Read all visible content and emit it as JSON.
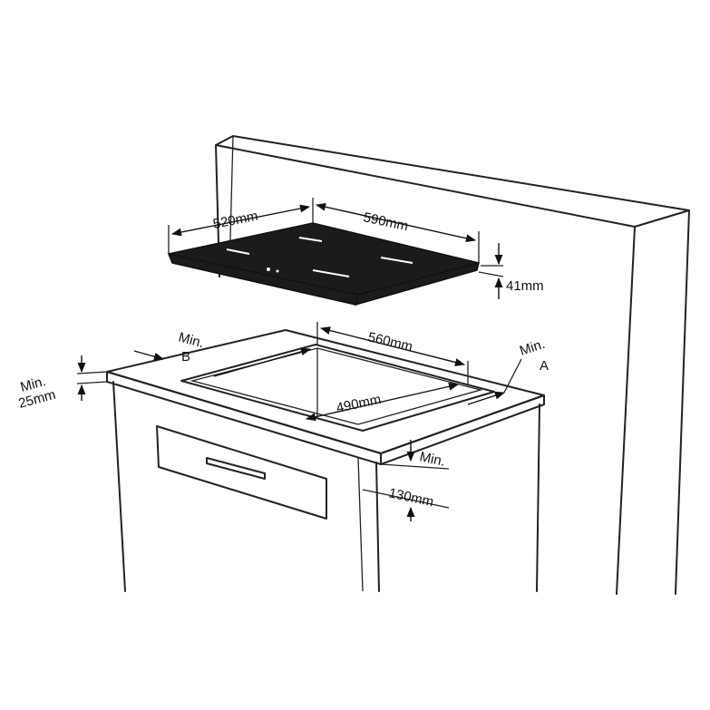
{
  "labels": {
    "width_hob": "520mm",
    "depth_hob": "590mm",
    "height_hob": "41mm",
    "cutout_width": "560mm",
    "cutout_depth": "490mm",
    "min_b_1": "Min.",
    "min_b_2": "B",
    "min_a_1": "Min.",
    "min_a_2": "A",
    "worktop_min_1": "Min.",
    "worktop_min_2": "25mm",
    "clearance_min": "Min.",
    "clearance_val": "130mm"
  },
  "colors": {
    "line": "#222222",
    "hob": "#1b1b1b",
    "background": "#ffffff"
  }
}
